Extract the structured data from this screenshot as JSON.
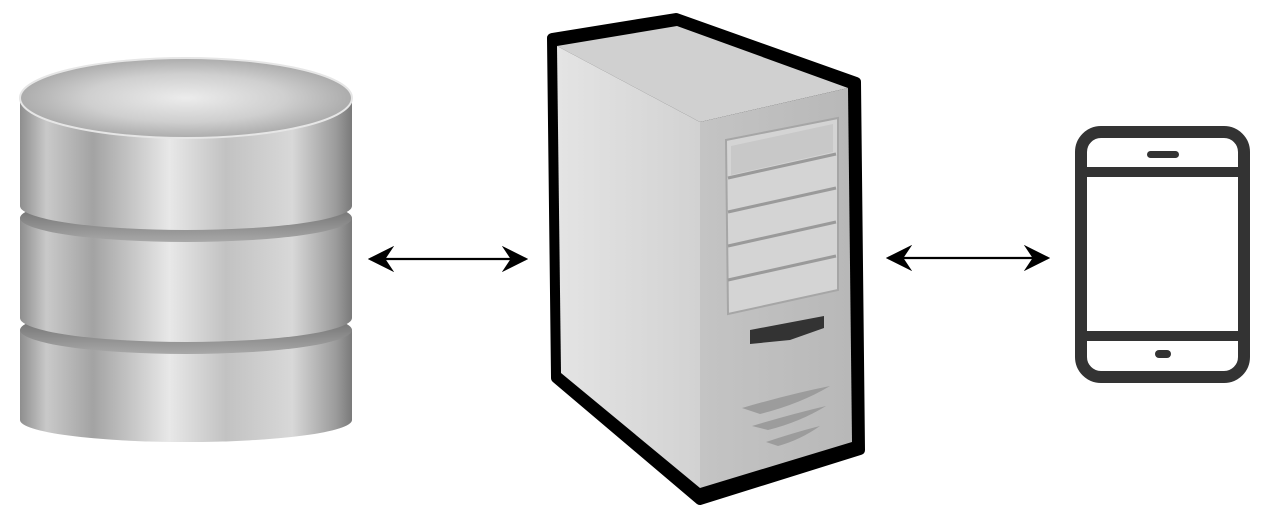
{
  "diagram": {
    "nodes": [
      {
        "id": "database",
        "icon": "database-icon"
      },
      {
        "id": "server",
        "icon": "server-tower-icon"
      },
      {
        "id": "phone",
        "icon": "smartphone-icon"
      }
    ],
    "connections": [
      {
        "from": "database",
        "to": "server",
        "direction": "bidirectional"
      },
      {
        "from": "server",
        "to": "phone",
        "direction": "bidirectional"
      }
    ],
    "colors": {
      "background": "#ffffff",
      "arrow": "#000000",
      "server_outline": "#000000",
      "phone_body": "#333333",
      "database_metal": "#b5b5b5"
    }
  }
}
